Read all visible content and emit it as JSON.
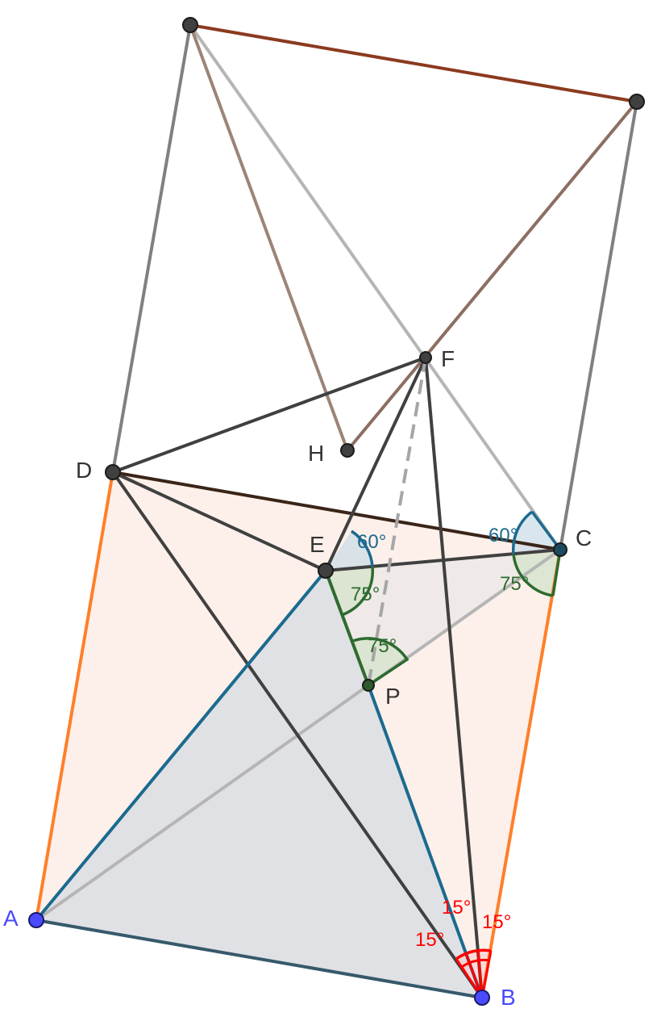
{
  "colors": {
    "background": "#ffffff",
    "square_fill": "#fdf0ea",
    "triangle_fill": "#c9d6df",
    "orange": "#ff7f2a",
    "teal": "#1b6a8f",
    "dark_gray": "#404040",
    "light_gray": "#b5b5b5",
    "brown": "#8b3a1f",
    "taupe": "#9c8478",
    "green": "#2e6b2e",
    "angle_blue": "#1b6a8f",
    "red": "#ff0000",
    "free_point": "#4a4aff",
    "dep_point": "#404040"
  },
  "points": {
    "A": {
      "label": "A"
    },
    "B": {
      "label": "B"
    },
    "C": {
      "label": "C"
    },
    "D": {
      "label": "D"
    },
    "E": {
      "label": "E"
    },
    "F": {
      "label": "F"
    },
    "H": {
      "label": "H"
    },
    "P": {
      "label": "P"
    }
  },
  "angles": {
    "e_60": "60°",
    "c_60": "60°",
    "e_75": "75°",
    "p_75": "75°",
    "c_75": "75°",
    "b_15_left": "15°",
    "b_15_mid": "15°",
    "b_15_right": "15°"
  }
}
